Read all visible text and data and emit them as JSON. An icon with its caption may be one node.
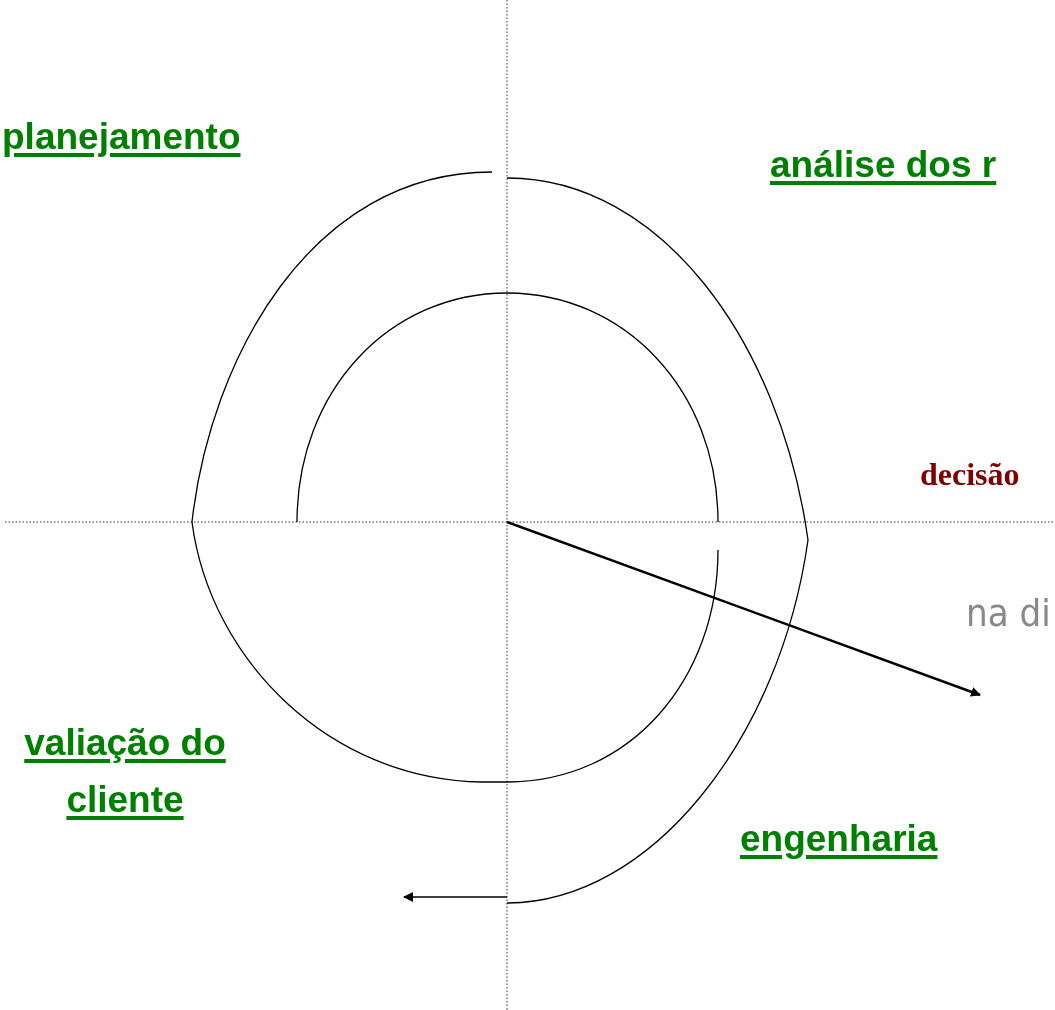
{
  "diagram": {
    "labels": [
      "planejamento",
      "análise dos r",
      "decisão",
      "na di",
      "valiação do cliente",
      "engenharia"
    ]
  }
}
